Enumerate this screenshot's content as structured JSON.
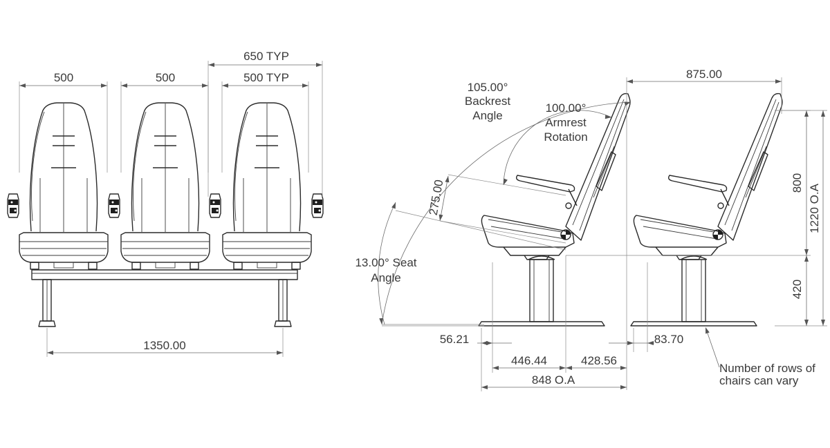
{
  "front_view": {
    "dim_650_typ": "650 TYP",
    "dim_500_typ": "500 TYP",
    "dim_seat_width_left": "500",
    "dim_seat_width_middle": "500",
    "dim_overall_length": "1350.00"
  },
  "side_view": {
    "dim_depth_top": "875.00",
    "backrest_angle_value": "105.00°",
    "backrest_angle_line1": "Backrest",
    "backrest_angle_line2": "Angle",
    "armrest_rotation_value": "100.00°",
    "armrest_rotation_line1": "Armrest",
    "armrest_rotation_line2": "Rotation",
    "dim_armrest_height": "275.00",
    "seat_angle_line1": "13.00° Seat",
    "seat_angle_line2": "Angle",
    "dim_back_height": "800",
    "dim_overall_height": "1220  O.A",
    "dim_seat_height": "420",
    "dim_56": "56.21",
    "dim_83": "83.70",
    "dim_446": "446.44",
    "dim_428": "428.56",
    "dim_848": "848  O.A",
    "note_line1": "Number of rows of",
    "note_line2": "chairs can vary"
  }
}
